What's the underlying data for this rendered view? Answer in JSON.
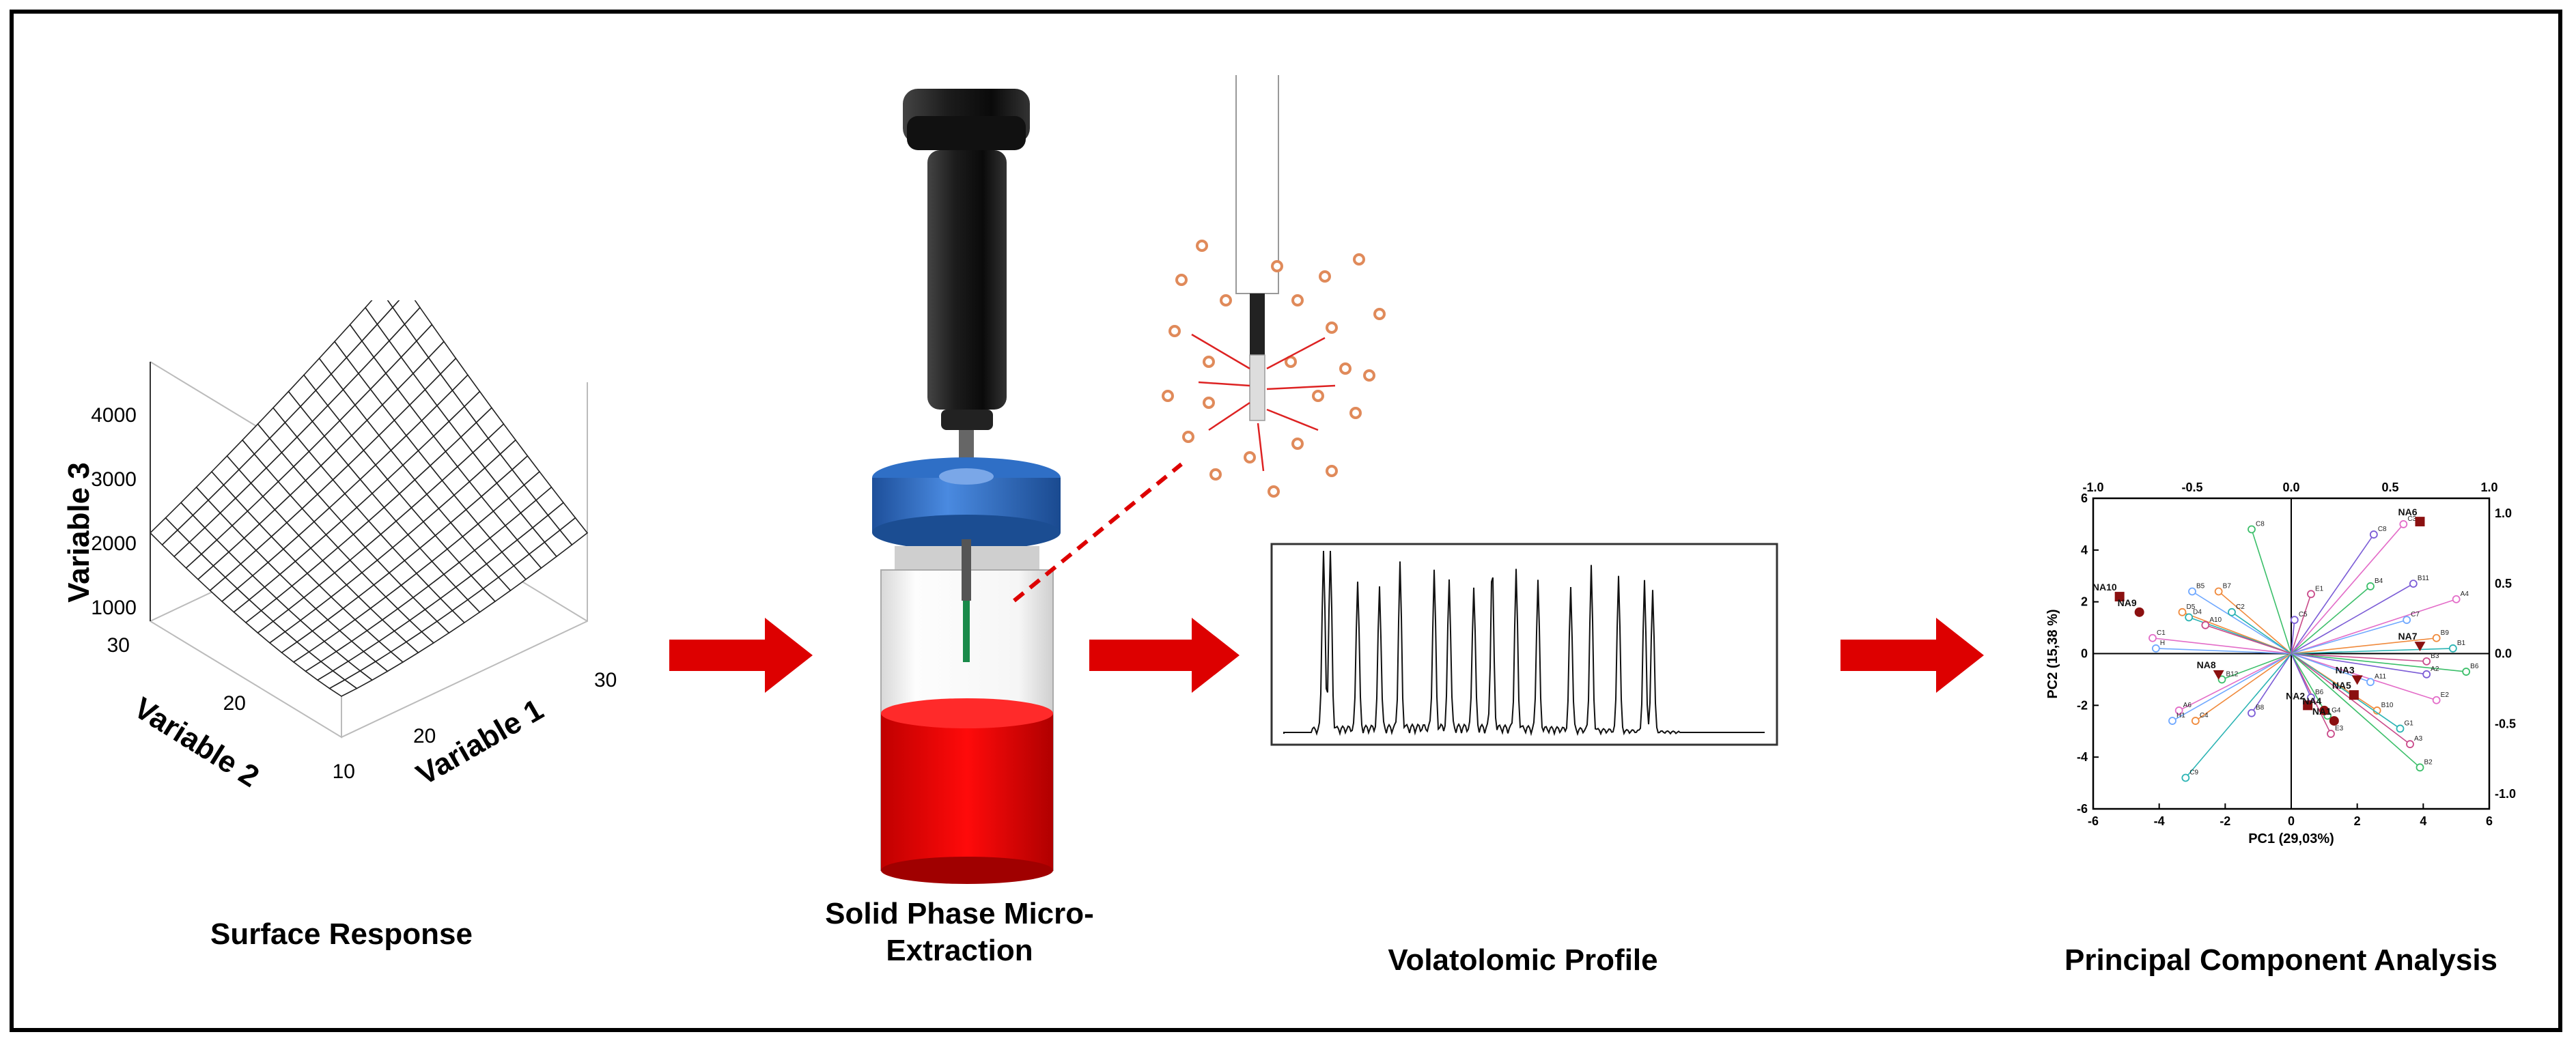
{
  "colors": {
    "arrow": "#dd0000",
    "sample_fill": "#e30000",
    "cap_blue": "#2f6fc6",
    "fiber_green": "#1a8a4a",
    "particle": "#e08a5a"
  },
  "panels": {
    "surface": {
      "caption": "Surface Response",
      "z_label": "Variable 3",
      "x_label": "Variable 1",
      "y_label": "Variable 2",
      "z_ticks": [
        "4000",
        "3000",
        "2000",
        "1000"
      ],
      "y_ticks": [
        "30",
        "20",
        "10"
      ],
      "x_ticks": [
        "10",
        "20",
        "30"
      ]
    },
    "spme": {
      "caption_line1": "Solid Phase Micro-",
      "caption_line2": "Extraction"
    },
    "volatolomic": {
      "caption": "Volatolomic Profile"
    },
    "pca": {
      "caption": "Principal Component Analysis"
    }
  },
  "chart_data": {
    "type": "scatter",
    "title": "",
    "xlabel": "PC1 (29,03%)",
    "ylabel": "PC2 (15,38 %)",
    "xlim": [
      -6,
      6
    ],
    "ylim": [
      -6,
      6
    ],
    "x_ticks": [
      "-6",
      "-4",
      "-2",
      "0",
      "2",
      "4",
      "6"
    ],
    "y_ticks": [
      "6",
      "4",
      "2",
      "0",
      "-2",
      "-4",
      "-6"
    ],
    "top_ticks": [
      "-1.0",
      "-0.5",
      "0.0",
      "0.5",
      "1.0"
    ],
    "right_ticks": [
      "1.0",
      "0.5",
      "0.0",
      "-0.5",
      "-1.0"
    ],
    "samples": [
      {
        "label": "NA10",
        "x": -5.2,
        "y": 2.2
      },
      {
        "label": "NA9",
        "x": -4.6,
        "y": 1.6
      },
      {
        "label": "NA8",
        "x": -2.2,
        "y": -0.8
      },
      {
        "label": "NA2",
        "x": 0.5,
        "y": -2.0
      },
      {
        "label": "NA4",
        "x": 1.0,
        "y": -2.2
      },
      {
        "label": "NA3",
        "x": 2.0,
        "y": -1.0
      },
      {
        "label": "NA5",
        "x": 1.9,
        "y": -1.6
      },
      {
        "label": "NA1",
        "x": 1.3,
        "y": -2.6
      },
      {
        "label": "NA7",
        "x": 3.9,
        "y": 0.3
      },
      {
        "label": "NA6",
        "x": 3.9,
        "y": 5.1
      }
    ],
    "loadings": [
      {
        "label": "C8",
        "x": -1.2,
        "y": 4.8
      },
      {
        "label": "C8",
        "x": 2.5,
        "y": 4.6
      },
      {
        "label": "C3",
        "x": 3.4,
        "y": 5.0
      },
      {
        "label": "B5",
        "x": -3.0,
        "y": 2.4
      },
      {
        "label": "B7",
        "x": -2.2,
        "y": 2.4
      },
      {
        "label": "C2",
        "x": -1.8,
        "y": 1.6
      },
      {
        "label": "E1",
        "x": 0.6,
        "y": 2.3
      },
      {
        "label": "B4",
        "x": 2.4,
        "y": 2.6
      },
      {
        "label": "B11",
        "x": 3.7,
        "y": 2.7
      },
      {
        "label": "A4",
        "x": 5.0,
        "y": 2.1
      },
      {
        "label": "C7",
        "x": 3.5,
        "y": 1.3
      },
      {
        "label": "B9",
        "x": 4.4,
        "y": 0.6
      },
      {
        "label": "B1",
        "x": 4.9,
        "y": 0.2
      },
      {
        "label": "B3",
        "x": 4.1,
        "y": -0.3
      },
      {
        "label": "B6",
        "x": 5.3,
        "y": -0.7
      },
      {
        "label": "A2",
        "x": 4.1,
        "y": -0.8
      },
      {
        "label": "E2",
        "x": 4.4,
        "y": -1.8
      },
      {
        "label": "A11",
        "x": 2.4,
        "y": -1.1
      },
      {
        "label": "B10",
        "x": 2.6,
        "y": -2.2
      },
      {
        "label": "G1",
        "x": 3.3,
        "y": -2.9
      },
      {
        "label": "A3",
        "x": 3.6,
        "y": -3.5
      },
      {
        "label": "B2",
        "x": 3.9,
        "y": -4.4
      },
      {
        "label": "C5",
        "x": 0.1,
        "y": 1.3
      },
      {
        "label": "C1",
        "x": -4.2,
        "y": 0.6
      },
      {
        "label": "H",
        "x": -4.1,
        "y": 0.2
      },
      {
        "label": "D5",
        "x": -3.3,
        "y": 1.6
      },
      {
        "label": "D4",
        "x": -3.1,
        "y": 1.4
      },
      {
        "label": "A10",
        "x": -2.6,
        "y": 1.1
      },
      {
        "label": "B12",
        "x": -2.1,
        "y": -1.0
      },
      {
        "label": "B8",
        "x": -1.2,
        "y": -2.3
      },
      {
        "label": "A6",
        "x": -3.4,
        "y": -2.2
      },
      {
        "label": "H1",
        "x": -3.6,
        "y": -2.6
      },
      {
        "label": "C4",
        "x": -2.9,
        "y": -2.6
      },
      {
        "label": "C9",
        "x": -3.2,
        "y": -4.8
      },
      {
        "label": "E3",
        "x": 1.2,
        "y": -3.1
      },
      {
        "label": "G4",
        "x": 1.1,
        "y": -2.4
      },
      {
        "label": "B6",
        "x": 0.6,
        "y": -1.7
      }
    ]
  }
}
